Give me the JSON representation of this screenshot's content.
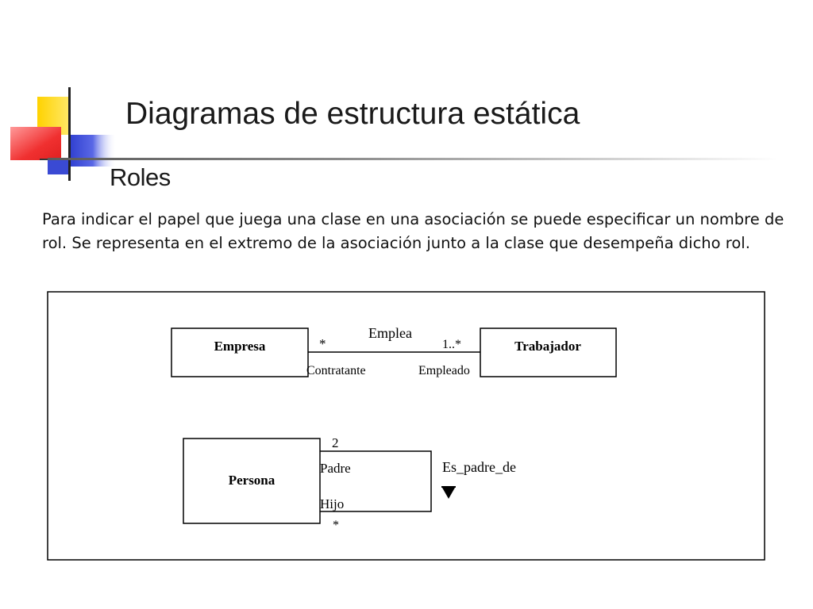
{
  "slide": {
    "title": "Diagramas de estructura estática",
    "subtitle": "Roles",
    "body": "Para indicar el papel que juega una clase en una asociación se puede especificar un nombre de rol. Se representa en el extremo de la asociación junto a la clase que desempeña dicho rol."
  },
  "diagram": {
    "association_1": {
      "class_left": "Empresa",
      "class_right": "Trabajador",
      "name": "Emplea",
      "left_multiplicity": "*",
      "right_multiplicity": "1..*",
      "left_role": "Contratante",
      "right_role": "Empleado"
    },
    "association_2": {
      "class": "Persona",
      "name": "Es_padre_de",
      "top_multiplicity": "2",
      "top_role": "Padre",
      "bottom_role": "Hijo",
      "bottom_multiplicity": "*"
    }
  },
  "colors": {
    "logo_yellow": "#ffd200",
    "logo_red": "#f03030",
    "logo_blue": "#2f3fd0",
    "title_text": "#1a1a1a"
  }
}
